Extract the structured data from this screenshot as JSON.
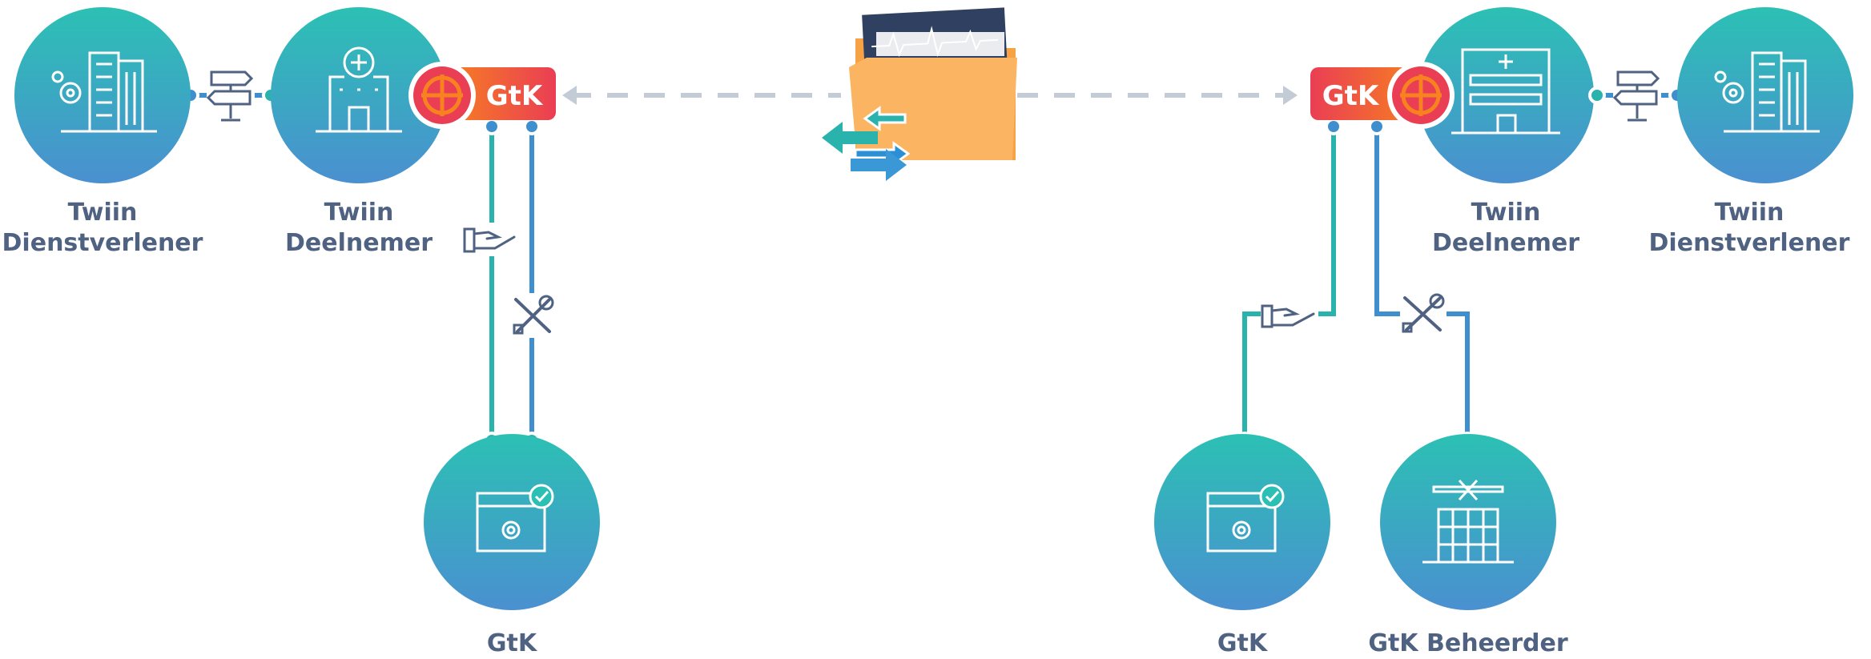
{
  "nodes": {
    "left_dienstverlener": {
      "line1": "Twiin",
      "line2": "Dienstverlener",
      "icon": "office-building-gear-icon"
    },
    "left_deelnemer": {
      "line1": "Twiin",
      "line2": "Deelnemer",
      "icon": "hospital-icon"
    },
    "left_gtk": {
      "label": "GtK",
      "icon": "app-window-gear-check-icon"
    },
    "right_deelnemer": {
      "line1": "Twiin",
      "line2": "Deelnemer",
      "icon": "hospital-icon"
    },
    "right_dienstverlener": {
      "line1": "Twiin",
      "line2": "Dienstverlener",
      "icon": "office-building-gear-icon"
    },
    "right_gtk": {
      "label": "GtK",
      "icon": "app-window-gear-check-icon"
    },
    "right_gtk_beheerder": {
      "label": "GtK Beheerder",
      "icon": "building-tools-icon"
    }
  },
  "badges": {
    "left": "GtK",
    "right": "GtK"
  },
  "center": {
    "icon": "medical-folder-exchange-icon"
  },
  "colors": {
    "teal": "#2cc0b4",
    "blue": "#4a90d0",
    "line_teal": "#2ab3ad",
    "line_blue": "#3f8fce",
    "badge_orange": "#f7821f",
    "badge_red": "#ea3e54",
    "folder": "#fbb462",
    "dashed": "#c3ccd6",
    "label": "#4f6282",
    "icon_stroke": "#ffffff"
  }
}
